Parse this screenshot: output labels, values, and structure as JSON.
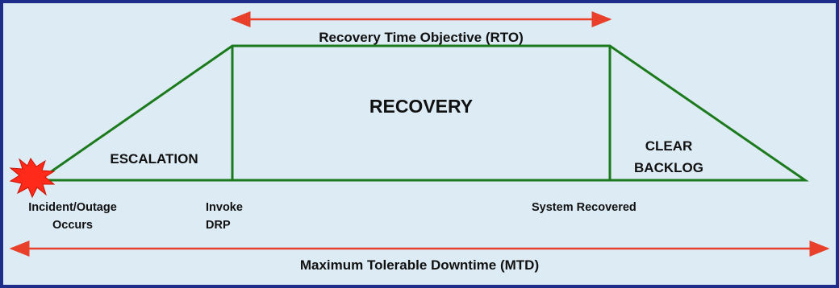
{
  "diagram": {
    "rto_label": "Recovery Time Objective (RTO)",
    "mtd_label": "Maximum Tolerable Downtime (MTD)",
    "phases": {
      "escalation": "ESCALATION",
      "recovery": "RECOVERY",
      "clear_backlog_line1": "CLEAR",
      "clear_backlog_line2": "BACKLOG"
    },
    "milestones": {
      "incident_line1": "Incident/Outage",
      "incident_line2": "Occurs",
      "invoke_line1": "Invoke",
      "invoke_line2": "DRP",
      "system_recovered": "System Recovered"
    },
    "colors": {
      "background": "#dcebf4",
      "border": "#1f2d8a",
      "outline": "#1b7a1b",
      "arrows": "#e8402b",
      "burst": "#ff2a1a"
    }
  }
}
